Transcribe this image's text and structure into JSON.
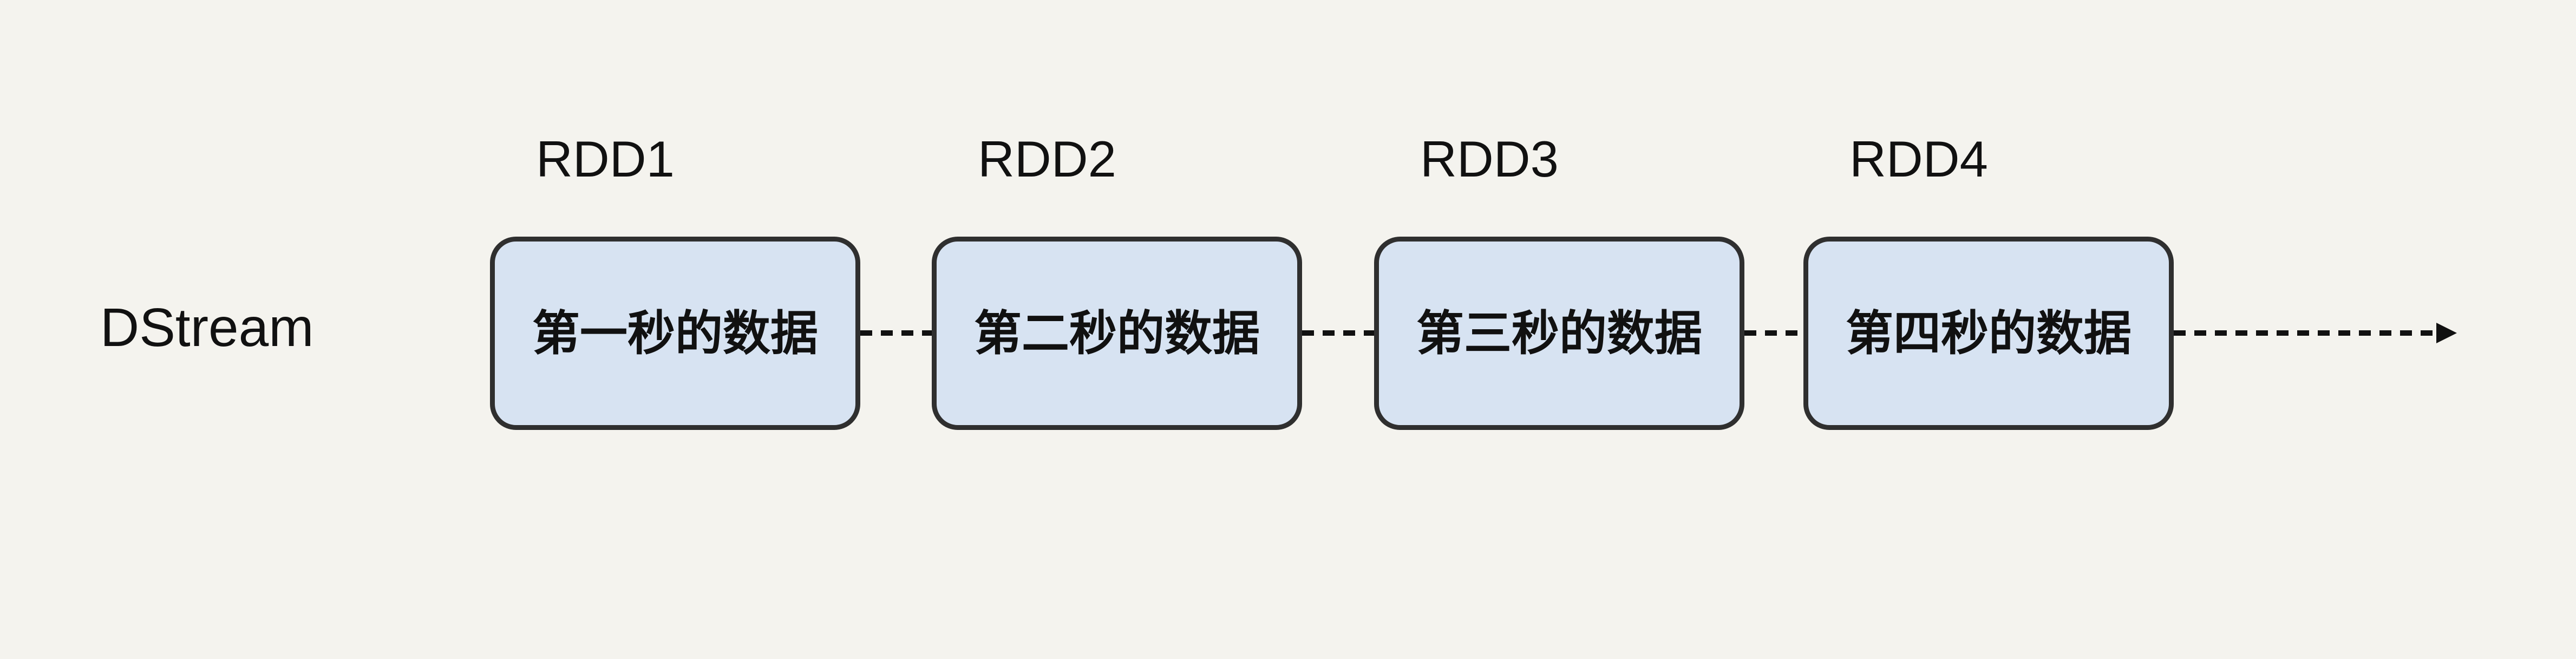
{
  "diagram": {
    "stream_label": "DStream",
    "rdds": [
      {
        "title": "RDD1",
        "content": "第一秒的数据"
      },
      {
        "title": "RDD2",
        "content": "第二秒的数据"
      },
      {
        "title": "RDD3",
        "content": "第三秒的数据"
      },
      {
        "title": "RDD4",
        "content": "第四秒的数据"
      }
    ]
  },
  "colors": {
    "background": "#f4f3ee",
    "box_fill": "#d7e3f2",
    "box_border": "#2f2f2f",
    "line": "#111111",
    "text": "#111111"
  }
}
